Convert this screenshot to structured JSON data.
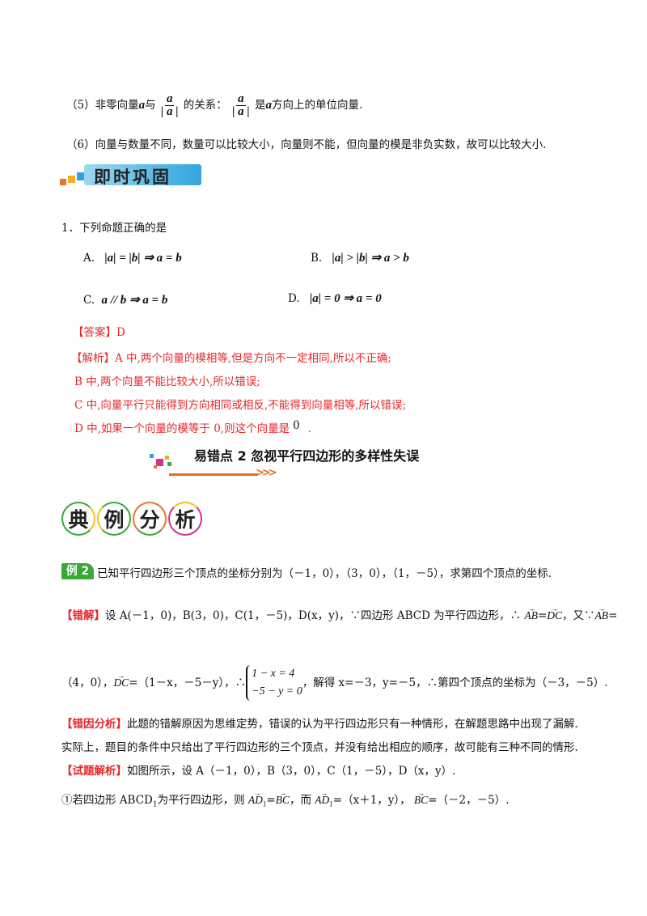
{
  "para5": {
    "prefix": "（5）非零向量",
    "a": "a",
    "yu": "与",
    "frac_num": "a",
    "frac_den": "| a |",
    "rel": "的关系：",
    "shi": "是",
    "a2": "a",
    "suffix": "方向上的单位向量."
  },
  "para6": "（6）向量与数量不同，数量可以比较大小，向量则不能，但向量的模是非负实数，故可以比较大小.",
  "banner1": {
    "title": "即时巩固"
  },
  "question1": {
    "stem": "1．下列命题正确的是",
    "optA_label": "A.",
    "optA": "|a| = |b| ⇒ a = b",
    "optB_label": "B.",
    "optB": "|a| > |b| ⇒ a > b",
    "optC_label": "C.",
    "optC": "a // b ⇒ a = b",
    "optD_label": "D.",
    "optD": "|a| = 0 ⇒ a = 0"
  },
  "answer": {
    "label": "【答案】",
    "value": "D",
    "analysis_label": "【解析】",
    "line1": "A 中,两个向量的模相等,但是方向不一定相同,所以不正确;",
    "line2": "B 中,两个向量不能比较大小,所以错误;",
    "line3": "C 中,向量平行只能得到方向相同或相反,不能得到向量相等,所以错误;",
    "line4": "D 中,如果一个向量的模等于 0,则这个向量是",
    "line4_zero": "0",
    "line4_end": "."
  },
  "banner2": {
    "title": "易错点 2  忽视平行四边形的多样性失误",
    "arrow": ">>>"
  },
  "banner3": {
    "chars": [
      "典",
      "例",
      "分",
      "析"
    ]
  },
  "example": {
    "badge": "例 2",
    "text": "已知平行四边形三个顶点的坐标分别为（－1，0），（3，0），（1，－5），求第四个顶点的坐标."
  },
  "wrong": {
    "label": "【错解】",
    "line1": "设 A(－1，0)，B(3，0)，C(1，－5)，D(x，y)，∵四边形 ABCD 为平行四边形，∴",
    "vec_ab": "AB",
    "eq": "=",
    "vec_dc": "DC",
    "mid": "，又∵",
    "end_eq": "=",
    "line2_start": "（4，0），",
    "line2_vec_dc": "DC",
    "line2_mid": "=（1－x，－5－y），∴",
    "sys1": "1 − x = 4",
    "sys2": "−5 − y = 0",
    "line2_end": "，解得 x=－3，y=－5，∴第四个顶点的坐标为（－3，－5）."
  },
  "cause": {
    "label": "【错因分析】",
    "line1": "此题的错解原因为思维定势，错误的认为平行四边形只有一种情形，在解题思路中出现了漏解.",
    "line2": "实际上，题目的条件中只给出了平行四边形的三个顶点，并没有给出相应的顺序，故可能有三种不同的情形."
  },
  "solution": {
    "label": "【试题解析】",
    "line1": "如图所示，设 A（－1，0），B（3，0），C（1，－5），D（x，y）.",
    "line2_start": "①若四边形 ABCD",
    "line2_sub": "1",
    "line2_mid": "为平行四边形，则",
    "vec_ad": "AD",
    "vec_ad_sub": "1",
    "eq": "=",
    "vec_bc": "BC",
    "mid2": "，而",
    "val1": "=（x＋1，y），",
    "val2": "=（－2，－5）."
  },
  "colors": {
    "accent_red": "#e8262a",
    "banner_blue": "#2ea6dd",
    "example_green": "#3aa835",
    "arrow_orange": "#e76a1e"
  }
}
